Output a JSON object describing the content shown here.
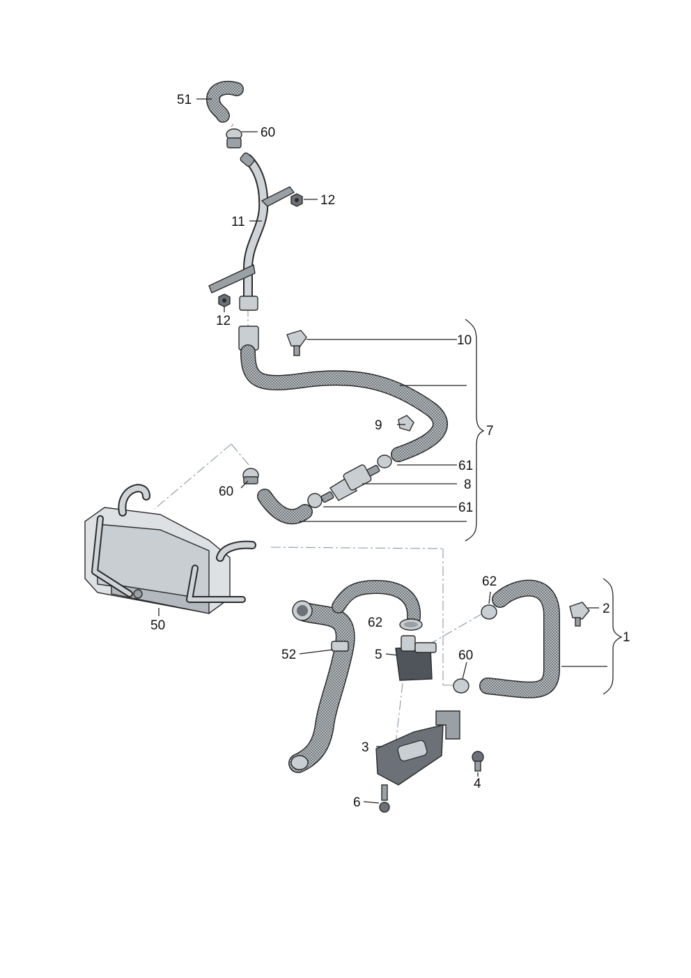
{
  "labels": {
    "l1": "1",
    "l2": "2",
    "l3": "3",
    "l4": "4",
    "l5": "5",
    "l6": "6",
    "l7": "7",
    "l8": "8",
    "l9": "9",
    "l10": "10",
    "l11": "11",
    "l12a": "12",
    "l12b": "12",
    "l50": "50",
    "l51": "51",
    "l52": "52",
    "l60a": "60",
    "l60b": "60",
    "l60c": "60",
    "l61a": "61",
    "l61b": "61",
    "l62a": "62",
    "l62b": "62"
  },
  "colors": {
    "hose_fill": "#aab1b6",
    "metal": "#c9ced2",
    "dark": "#5c6166",
    "leader": "#222222",
    "dash": "#8a97a0"
  }
}
